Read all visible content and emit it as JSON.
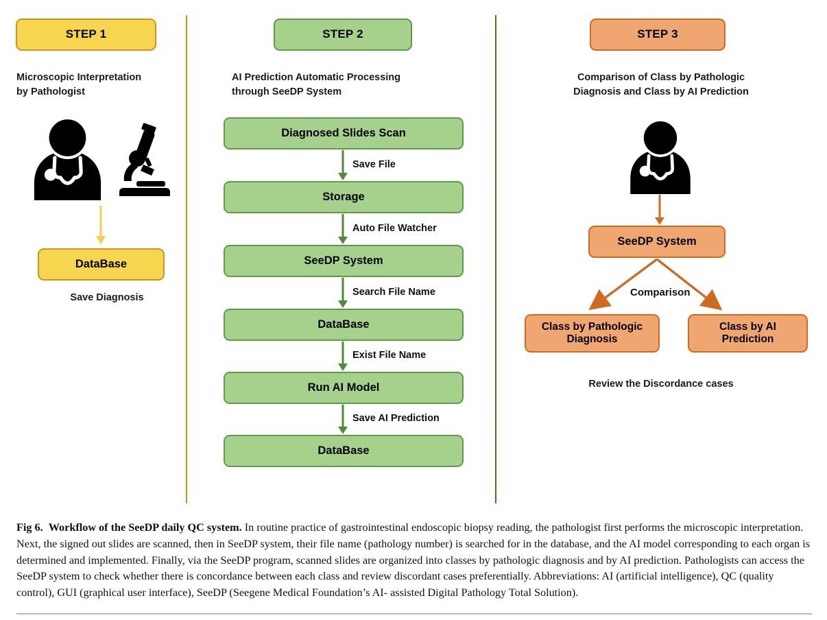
{
  "figure": {
    "columns": [
      {
        "id": "step1",
        "chip": "STEP 1",
        "title_line1": "Microscopic Interpretation",
        "title_line2": "by Pathologist",
        "icons": [
          "pathologist-icon",
          "microscope-icon"
        ],
        "node": "DataBase",
        "footer": "Save Diagnosis",
        "color": "#f7d54e",
        "border_color": "#c9961f",
        "arrow_color": "#f7ce55"
      },
      {
        "id": "step2",
        "chip": "STEP 2",
        "title_line1": "AI Prediction Automatic Processing",
        "title_line2": "through SeeDP System",
        "color": "#a6d18c",
        "border_color": "#5f9a4a",
        "arrow_color": "#4f8a39",
        "nodes": [
          "Diagnosed Slides Scan",
          "Storage",
          "SeeDP System",
          "DataBase",
          "Run AI Model",
          "DataBase"
        ],
        "edge_labels": [
          "Save File",
          "Auto File Watcher",
          "Search File Name",
          "Exist File Name",
          "Save AI Prediction"
        ]
      },
      {
        "id": "step3",
        "chip": "STEP 3",
        "title_line1": "Comparison of Class by Pathologic",
        "title_line2": "Diagnosis and Class by AI Prediction",
        "icons": [
          "pathologist-icon"
        ],
        "color": "#f0a670",
        "border_color": "#d2691e",
        "arrow_color": "#cf6a22",
        "node_top": "SeeDP System",
        "branch_label": "Comparison",
        "node_left_line1": "Class by Pathologic",
        "node_left_line2": "Diagnosis",
        "node_right_line1": "Class by AI",
        "node_right_line2": "Prediction",
        "footer": "Review the Discordance cases"
      }
    ]
  },
  "caption": {
    "label": "Fig 6.",
    "title": "Workflow of the SeeDP daily QC system.",
    "body": "In routine practice of gastrointestinal endoscopic biopsy reading, the pathologist first performs the microscopic interpretation. Next, the signed out slides are scanned, then in SeeDP system, their file name (pathology number) is searched for in the database, and the AI model corresponding to each organ is determined and implemented. Finally, via the SeeDP program, scanned slides are organized into classes by pathologic diagnosis and by AI prediction. Pathologists can access the SeeDP system to check whether there is concordance between each class and review discordant cases preferentially. Abbreviations: AI (artificial intelligence), QC (quality control), GUI (graphical user interface), SeeDP (Seegene Medical Foundation’s AI- assisted Digital Pathology Total Solution)."
  }
}
